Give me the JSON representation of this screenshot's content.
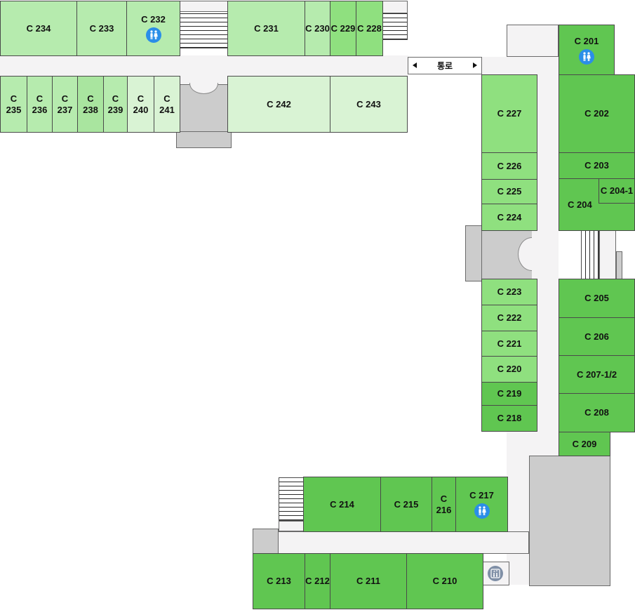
{
  "passage": {
    "label": "통로"
  },
  "colors": {
    "wing_north": "#b6ebae",
    "wing_north_light": "#d9f3d4",
    "mid_green": "#8fe07f",
    "dark_green": "#60c651",
    "corridor": "#f4f3f4",
    "service": "#cccccc",
    "restroom_icon": "#2b8ee8"
  },
  "rooms": {
    "c234": "C 234",
    "c233": "C 233",
    "c232": "C 232",
    "c231": "C 231",
    "c230": "C 230",
    "c229": "C 229",
    "c228": "C 228",
    "c235": [
      "C",
      "235"
    ],
    "c236": [
      "C",
      "236"
    ],
    "c237": [
      "C",
      "237"
    ],
    "c238": [
      "C",
      "238"
    ],
    "c239": [
      "C",
      "239"
    ],
    "c240": [
      "C",
      "240"
    ],
    "c241": [
      "C",
      "241"
    ],
    "c242": "C 242",
    "c243": "C 243",
    "c227": "C 227",
    "c226": "C 226",
    "c225": "C 225",
    "c224": "C 224",
    "c223": "C 223",
    "c222": "C 222",
    "c221": "C 221",
    "c220": "C 220",
    "c219": "C 219",
    "c218": "C 218",
    "c201": "C 201",
    "c202": "C 202",
    "c203": "C 203",
    "c204": "C 204",
    "c204_1": "C 204-1",
    "c205": "C 205",
    "c206": "C 206",
    "c207": "C 207-1/2",
    "c208": "C 208",
    "c209": "C 209",
    "c214": "C 214",
    "c215": "C 215",
    "c216": "C 216",
    "c217": "C 217",
    "c213": "C 213",
    "c212": "C 212",
    "c211": "C 211",
    "c210": "C 210"
  },
  "icons": {
    "restroom": "restroom-icon",
    "elevator": "elevator-icon"
  }
}
